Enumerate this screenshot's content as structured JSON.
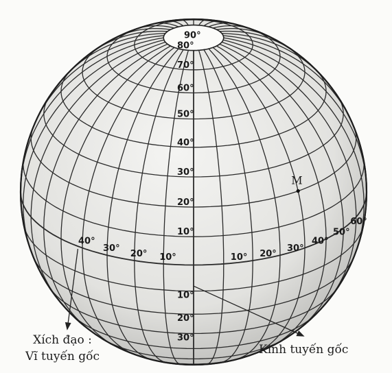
{
  "globe": {
    "pole_label": "90°",
    "north_latitude_labels": [
      "80°",
      "70°",
      "60°",
      "50°",
      "40°",
      "30°",
      "20°",
      "10°"
    ],
    "south_latitude_labels": [
      "10°",
      "20°",
      "30°"
    ],
    "west_longitude_labels": [
      "10°",
      "20°",
      "30°",
      "40°"
    ],
    "east_longitude_labels": [
      "10°",
      "20°",
      "30°",
      "40°",
      "50°",
      "60°"
    ],
    "point_label": "M"
  },
  "captions": {
    "equator_line1": "Xích đạo :",
    "equator_line2": "Vĩ tuyến gốc",
    "prime_meridian": "Kinh tuyến gốc"
  }
}
